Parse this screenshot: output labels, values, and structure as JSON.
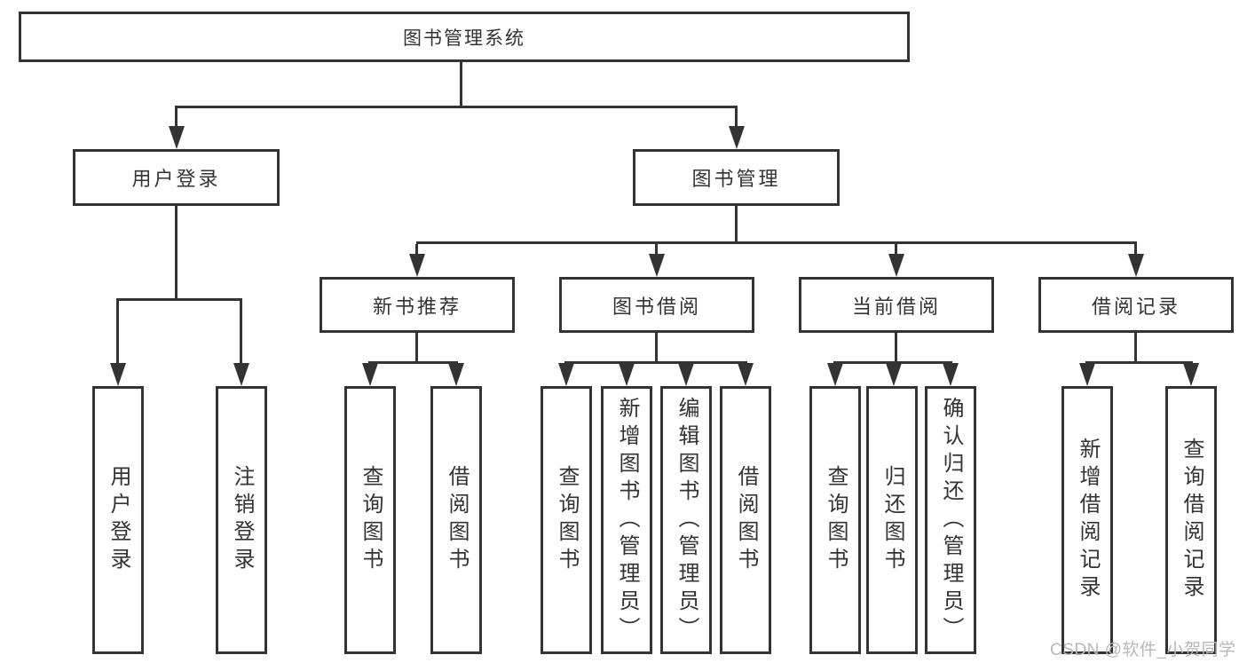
{
  "diagram": {
    "root": "图书管理系统",
    "level2": [
      "用户登录",
      "图书管理"
    ],
    "level3": [
      "新书推荐",
      "图书借阅",
      "当前借阅",
      "借阅记录"
    ],
    "leaves": {
      "user_login": [
        "用户登录",
        "注销登录"
      ],
      "new_book_recommendation": [
        "查询图书",
        "借阅图书"
      ],
      "book_borrowing": [
        "查询图书",
        "新增图书（管理员）",
        "编辑图书（管理员）",
        "借阅图书"
      ],
      "current_borrowing": [
        "查询图书",
        "归还图书",
        "确认归还（管理员）"
      ],
      "borrowing_records": [
        "新增借阅记录",
        "查询借阅记录"
      ]
    }
  },
  "watermark": "CSDN @软件_小贺同学",
  "colors": {
    "line": "#333333",
    "text": "#333333",
    "watermark": "#b8b8b8",
    "background": "#ffffff"
  }
}
